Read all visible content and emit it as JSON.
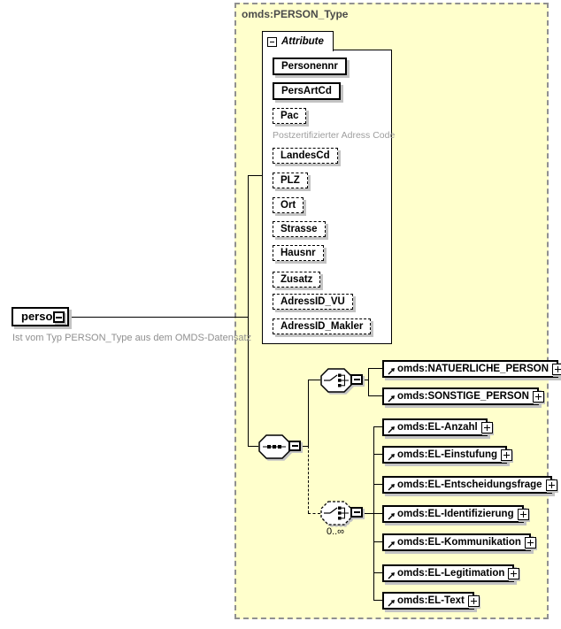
{
  "diagram": {
    "type_container": {
      "label": "omds:PERSON_Type"
    },
    "root_element": {
      "label": "person",
      "description": "Ist vom Typ PERSON_Type aus dem OMDS-Datensatz"
    },
    "attributes": {
      "header": "Attribute",
      "items": [
        {
          "name": "Personennr",
          "required": true
        },
        {
          "name": "PersArtCd",
          "required": true
        },
        {
          "name": "Pac",
          "required": false,
          "caption": "Postzertifizierter Adress Code"
        },
        {
          "name": "LandesCd",
          "required": false
        },
        {
          "name": "PLZ",
          "required": false
        },
        {
          "name": "Ort",
          "required": false
        },
        {
          "name": "Strasse",
          "required": false
        },
        {
          "name": "Hausnr",
          "required": false
        },
        {
          "name": "Zusatz",
          "required": false
        },
        {
          "name": "AdressID_VU",
          "required": false
        },
        {
          "name": "AdressID_Makler",
          "required": false
        }
      ]
    },
    "sequence": {
      "icon": "sequence-compositor"
    },
    "choices": [
      {
        "icon": "choice-compositor",
        "occurrence": "",
        "elements": [
          {
            "name": "omds:NATUERLICHE_PERSON"
          },
          {
            "name": "omds:SONSTIGE_PERSON"
          }
        ]
      },
      {
        "icon": "choice-compositor",
        "occurrence": "0..∞",
        "elements": [
          {
            "name": "omds:EL-Anzahl"
          },
          {
            "name": "omds:EL-Einstufung"
          },
          {
            "name": "omds:EL-Entscheidungsfrage"
          },
          {
            "name": "omds:EL-Identifizierung"
          },
          {
            "name": "omds:EL-Kommunikation"
          },
          {
            "name": "omds:EL-Legitimation"
          },
          {
            "name": "omds:EL-Text"
          }
        ]
      }
    ],
    "icons": {
      "collapse": "minus",
      "expand": "plus",
      "reference": "ne-arrow"
    },
    "colors": {
      "container_bg": "#ffffcc",
      "container_border": "#909090",
      "shadow": "#c3c3c3",
      "caption_gray": "#9e9e9e",
      "label_gray": "#4a4a4a"
    }
  }
}
